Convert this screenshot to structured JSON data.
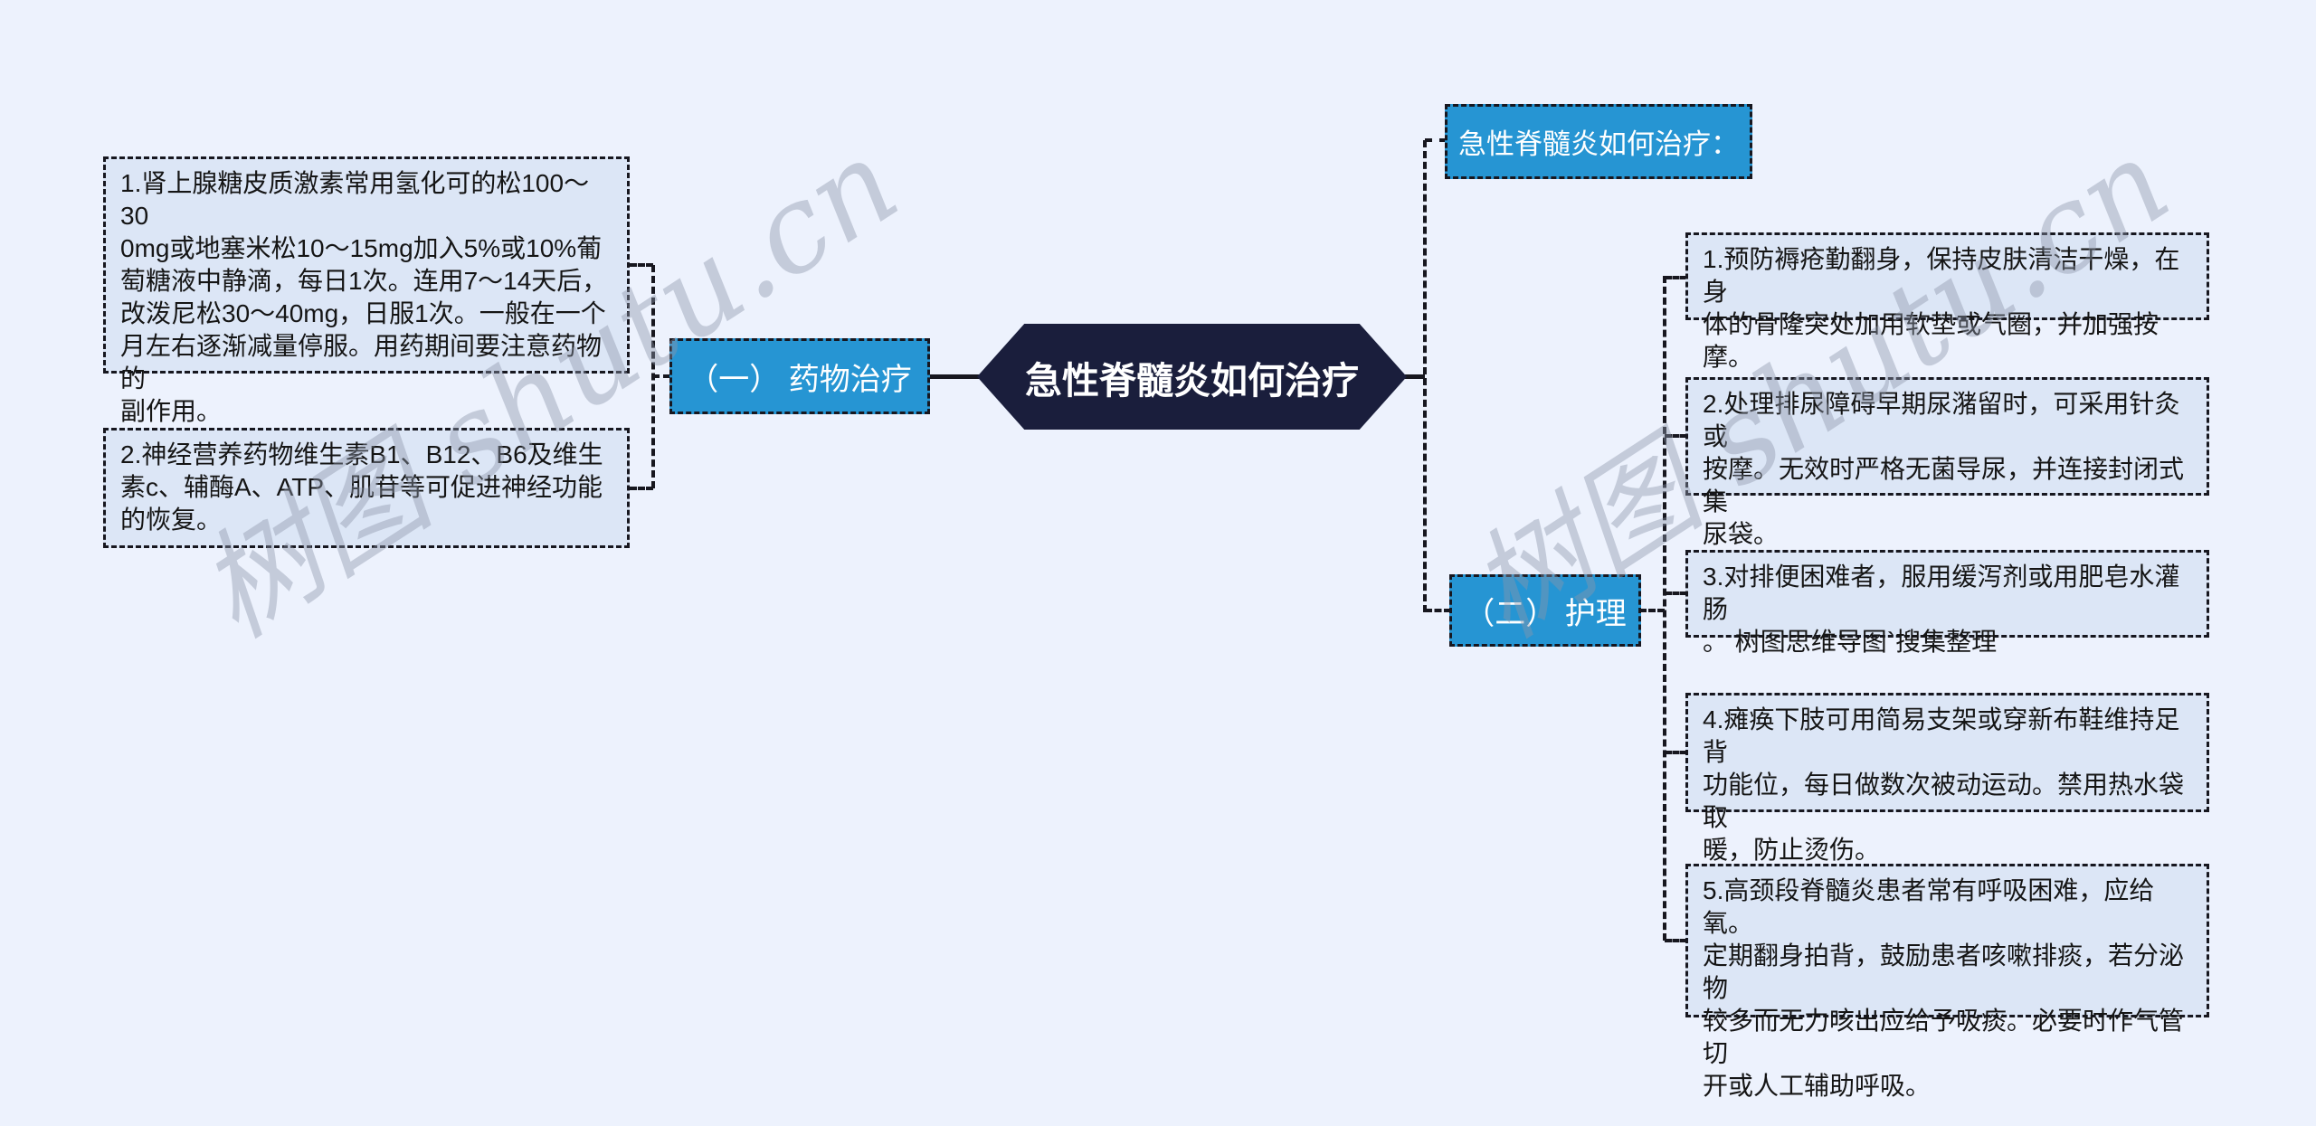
{
  "title": "急性脊髓炎如何治疗",
  "watermark": {
    "text": "树图 shutu.cn"
  },
  "colors": {
    "background": "#edf2fd",
    "box_fill": "#dce6f6",
    "node_blue": "#2695d3",
    "node_dark": "#1a1e3c",
    "line": "#17171f",
    "box_text": "#151515",
    "node_text": "#ffffff"
  },
  "center_node": {
    "label": "急性脊髓炎如何治疗"
  },
  "left_branch": {
    "node": {
      "label": "（一） 药物治疗"
    },
    "items": [
      {
        "text": "1.肾上腺糖皮质激素常用氢化可的松100～30\n0mg或地塞米松10～15mg加入5%或10%葡\n萄糖液中静滴，每日1次。连用7～14天后，\n改泼尼松30～40mg，日服1次。一般在一个\n月左右逐渐减量停服。用药期间要注意药物的\n副作用。"
      },
      {
        "text": "2.神经营养药物维生素B1、B12、B6及维生\n素c、辅酶A、ATP、肌苷等可促进神经功能\n的恢复。"
      }
    ]
  },
  "right_branch": {
    "header": {
      "label": "急性脊髓炎如何治疗："
    },
    "node": {
      "label": "（二） 护理"
    },
    "items": [
      {
        "text": "1.预防褥疮勤翻身，保持皮肤清洁干燥，在身\n体的骨隆突处加用软垫或气圈，并加强按摩。"
      },
      {
        "text": "2.处理排尿障碍早期尿潴留时，可采用针灸或\n按摩。无效时严格无菌导尿，并连接封闭式集\n尿袋。"
      },
      {
        "text": "3.对排便困难者，服用缓泻剂或用肥皂水灌肠\n。 树图思维导图`搜集整理"
      },
      {
        "text": "4.瘫痪下肢可用简易支架或穿新布鞋维持足背\n功能位，每日做数次被动运动。禁用热水袋取\n暖，防止烫伤。"
      },
      {
        "text": "5.高颈段脊髓炎患者常有呼吸困难，应给氧。\n定期翻身拍背，鼓励患者咳嗽排痰，若分泌物\n较多而无力咳出应给予吸痰。必要时作气管切\n开或人工辅助呼吸。"
      }
    ]
  }
}
